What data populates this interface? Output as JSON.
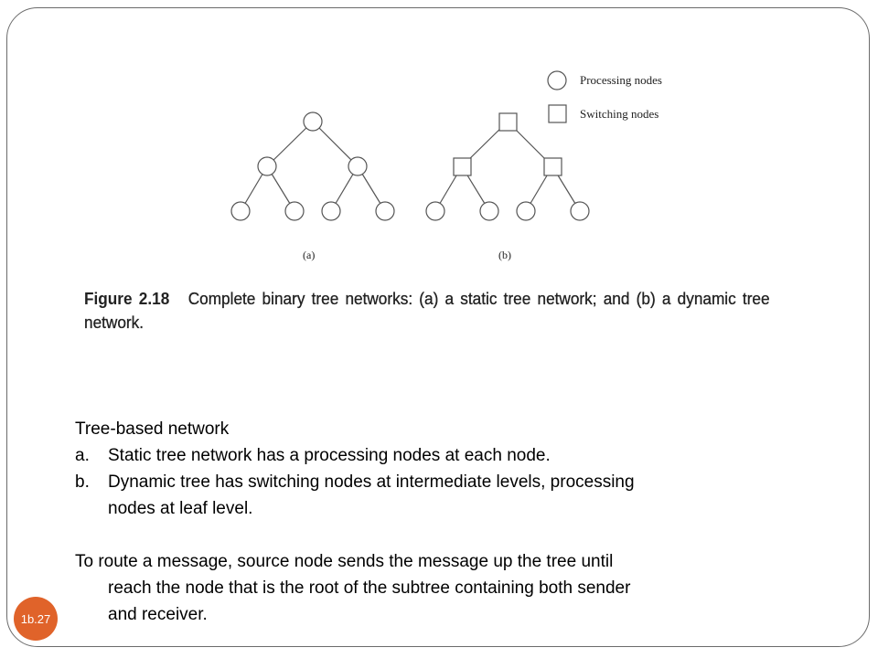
{
  "legend": {
    "processing_label": "Processing nodes",
    "switching_label": "Switching nodes"
  },
  "diagram": {
    "sub_a": "(a)",
    "sub_b": "(b)"
  },
  "caption": {
    "figure_label": "Figure 2.18",
    "text": "Complete binary tree networks: (a) a static tree network; and (b) a dynamic tree network."
  },
  "body": {
    "heading": "Tree-based network",
    "items": [
      {
        "marker": "a.",
        "text": "Static tree network has a processing nodes at each node."
      },
      {
        "marker": "b.",
        "text_line1": "Dynamic tree has switching nodes at intermediate levels, processing",
        "text_line2": "nodes at leaf level."
      }
    ],
    "route_line1": "To route a message, source node sends the message up the tree until",
    "route_line2": "reach the node that is the root of the subtree containing both sender",
    "route_line3": "and receiver."
  },
  "slide_number": "1b.27",
  "colors": {
    "badge": "#e0632a",
    "frame": "#6b6b6b",
    "node_stroke": "#555555"
  }
}
